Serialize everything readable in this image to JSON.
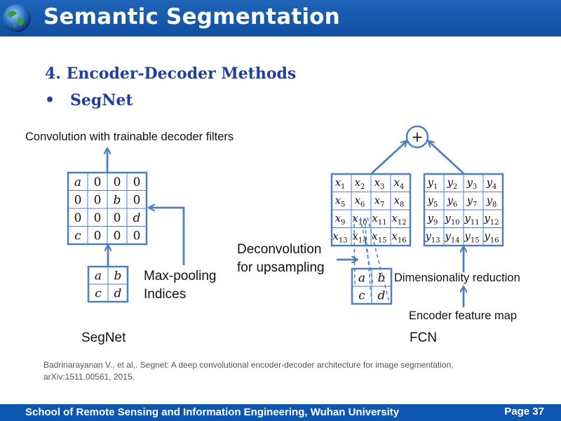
{
  "header": {
    "title": "Semantic Segmentation"
  },
  "section": {
    "title": "4. Encoder-Decoder Methods",
    "bullet": "•",
    "bullet_label": "SegNet"
  },
  "segnet": {
    "top_label": "Convolution with trainable decoder filters",
    "matrix": [
      [
        "a",
        "0",
        "0",
        "0"
      ],
      [
        "0",
        "0",
        "b",
        "0"
      ],
      [
        "0",
        "0",
        "0",
        "d"
      ],
      [
        "c",
        "0",
        "0",
        "0"
      ]
    ],
    "pool": [
      [
        "a",
        "b"
      ],
      [
        "c",
        "d"
      ]
    ],
    "pool_label_1": "Max-pooling",
    "pool_label_2": "Indices",
    "caption": "SegNet"
  },
  "fcn": {
    "plus": "+",
    "x_matrix": [
      [
        {
          "v": "x",
          "s": "1"
        },
        {
          "v": "x",
          "s": "2"
        },
        {
          "v": "x",
          "s": "3"
        },
        {
          "v": "x",
          "s": "4"
        }
      ],
      [
        {
          "v": "x",
          "s": "5"
        },
        {
          "v": "x",
          "s": "6"
        },
        {
          "v": "x",
          "s": "7"
        },
        {
          "v": "x",
          "s": "8"
        }
      ],
      [
        {
          "v": "x",
          "s": "9"
        },
        {
          "v": "x",
          "s": "10"
        },
        {
          "v": "x",
          "s": "11"
        },
        {
          "v": "x",
          "s": "12"
        }
      ],
      [
        {
          "v": "x",
          "s": "13"
        },
        {
          "v": "x",
          "s": "14"
        },
        {
          "v": "x",
          "s": "15"
        },
        {
          "v": "x",
          "s": "16"
        }
      ]
    ],
    "y_matrix": [
      [
        {
          "v": "y",
          "s": "1"
        },
        {
          "v": "y",
          "s": "2"
        },
        {
          "v": "y",
          "s": "3"
        },
        {
          "v": "y",
          "s": "4"
        }
      ],
      [
        {
          "v": "y",
          "s": "5"
        },
        {
          "v": "y",
          "s": "6"
        },
        {
          "v": "y",
          "s": "7"
        },
        {
          "v": "y",
          "s": "8"
        }
      ],
      [
        {
          "v": "y",
          "s": "9"
        },
        {
          "v": "y",
          "s": "10"
        },
        {
          "v": "y",
          "s": "11"
        },
        {
          "v": "y",
          "s": "12"
        }
      ],
      [
        {
          "v": "y",
          "s": "13"
        },
        {
          "v": "y",
          "s": "14"
        },
        {
          "v": "y",
          "s": "15"
        },
        {
          "v": "y",
          "s": "16"
        }
      ]
    ],
    "small": [
      [
        "a",
        "b"
      ],
      [
        "c",
        "d"
      ]
    ],
    "deconv_label_1": "Deconvolution",
    "deconv_label_2": "for upsampling",
    "dimred_label": "Dimensionality reduction",
    "encoder_label": "Encoder feature map",
    "caption": "FCN"
  },
  "reference": {
    "line1": "Badrinarayanan V., et al,.  Segnet: A deep convolutional encoder-decoder architecture for image segmentation,",
    "line2": "arXiv:1511.00561, 2015."
  },
  "footer": {
    "text": "School of Remote Sensing and Information Engineering, Wuhan University",
    "page": "Page 37"
  },
  "colors": {
    "header": "#1259b0",
    "accent": "#1e3fa0",
    "arrow": "#4f7fc0",
    "grid": "#4f7fc0"
  }
}
